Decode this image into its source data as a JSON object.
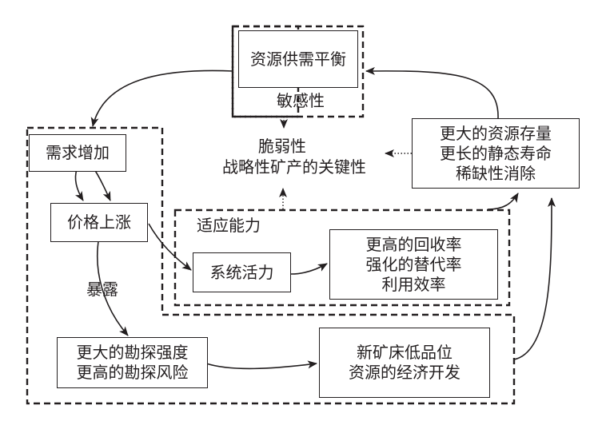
{
  "nodes": {
    "supply_demand_balance": "资源供需平衡",
    "sensitivity": "敏感性",
    "vulnerability": [
      "脆弱性",
      "战略性矿产的关键性"
    ],
    "bigger_reserves": [
      "更大的资源存量",
      "更长的静态寿命",
      "稀缺性消除"
    ],
    "demand_increase": "需求增加",
    "price_rise": "价格上涨",
    "adaptive_capacity": "适应能力",
    "system_vitality": "系统活力",
    "higher_recovery": [
      "更高的回收率",
      "强化的替代率",
      "利用效率"
    ],
    "exposure": "暴露",
    "exploration": [
      "更大的勘探强度",
      "更高的勘探风险"
    ],
    "new_deposits": [
      "新矿床低品位",
      "资源的经济开发"
    ]
  },
  "colors": {
    "ink": "#231f20",
    "background": "#ffffff"
  }
}
